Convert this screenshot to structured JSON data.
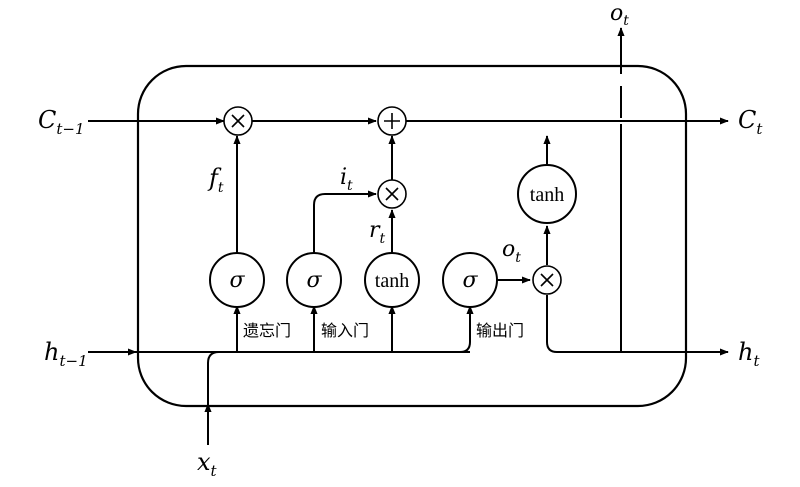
{
  "inputs": {
    "c_prev": {
      "main": "C",
      "sub": "t−1"
    },
    "h_prev": {
      "main": "h",
      "sub": "t−1"
    },
    "x": {
      "main": "x",
      "sub": "t"
    }
  },
  "outputs": {
    "c": {
      "main": "C",
      "sub": "t"
    },
    "h": {
      "main": "h",
      "sub": "t"
    },
    "o": {
      "main": "o",
      "sub": "t"
    }
  },
  "signals": {
    "f": {
      "main": "f",
      "sub": "t"
    },
    "i": {
      "main": "i",
      "sub": "t"
    },
    "r": {
      "main": "r",
      "sub": "t"
    },
    "o": {
      "main": "o",
      "sub": "t"
    }
  },
  "nodes": {
    "sigma": "σ",
    "tanh": "tanh",
    "multiply": "×",
    "add": "+"
  },
  "gate_labels": {
    "forget": "遗忘门",
    "input": "输入门",
    "output": "输出门"
  }
}
